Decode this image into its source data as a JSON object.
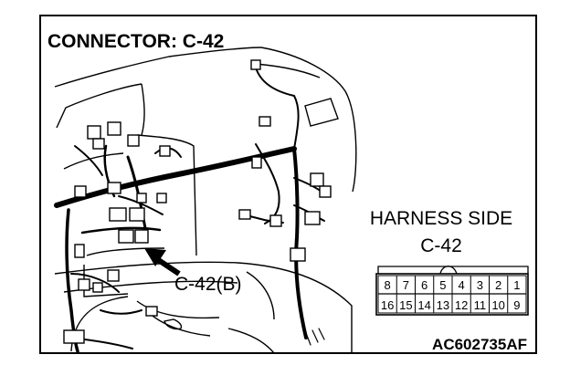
{
  "figure": {
    "title": "CONNECTOR: C-42",
    "callout_label": "C-42(B)",
    "harness_side": {
      "label": "HARNESS SIDE",
      "connector": "C-42",
      "pins_top": [
        "8",
        "7",
        "6",
        "5",
        "4",
        "3",
        "2",
        "1"
      ],
      "pins_bottom": [
        "16",
        "15",
        "14",
        "13",
        "12",
        "11",
        "10",
        "9"
      ]
    },
    "figure_code": "AC602735AF"
  },
  "colors": {
    "line": "#000000",
    "background": "#ffffff"
  }
}
